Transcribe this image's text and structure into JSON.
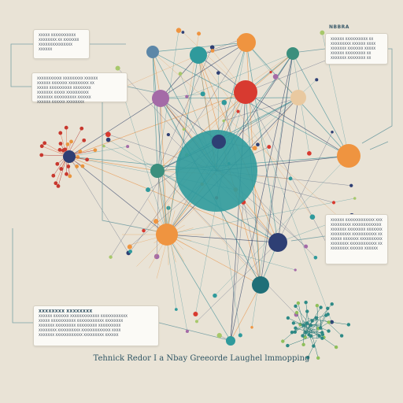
{
  "brand_label": "NBBRA",
  "footer_caption": "Tehnick Redor I a Nbay Greeorde Laughel lmmopping",
  "cards": [
    {
      "id": "card-top-left",
      "title": "",
      "lines": [
        "XXXXX XXXXXXXXXXX",
        "XXXXXXXX XX XXXXXXX",
        "XXXXXXXXXXXXXXX",
        "XXXXXX"
      ]
    },
    {
      "id": "card-mid-left",
      "title": "",
      "lines": [
        "XXXXXXXXXXX XXXXXXXXX XXXXXX",
        "XXXXXX XXXXXXX XXXXXXXXX XX",
        "XXXXX XXXXXXXXXX XXXXXXXX",
        "XXXXXXX XXXXX XXXXXXXXXX",
        "XXXXXXX XXXXXXXXXX XXXXXX",
        "XXXXXX XXXXXX XXXXXXXX"
      ]
    },
    {
      "id": "card-top-right",
      "title": "",
      "lines": [
        "XXXXXX XXXXXXXXXX XX",
        "XXXXXXXXX XXXXXX XXXX",
        "XXXXXXX XXXXXXX XXXXX",
        "XXXXXX XXXXXXXXX XX",
        "XXXXXXX XXXXXXXX XX"
      ]
    },
    {
      "id": "card-mid-right",
      "title": "",
      "lines": [
        "XXXXXX XXXXXXXXXXXXX XXXX",
        "XXXXXXXXX XXXXXXXXXXXXX X",
        "XXXXXXX XXXXXXXX XXXXXXX",
        "XXXXXXXXX XXXXXXXXXXX XX",
        "XXXXX XXXXXXX XXXXXXXXXX",
        "XXXXXXXX XXXXXXXXXXXX XX",
        "XXXXXXXX XXXXXX XXXXXX"
      ]
    },
    {
      "id": "card-bottom-left",
      "title": "XXXXXXXX XXXXXXXX",
      "lines": [
        "XXXXXX XXXXXXX XXXXXXXXXXXXX XXXXXXXXXXXX",
        "XXXXX XXXXXXXXXXX XXXXXXXXXXXX XXXXXXXX",
        "XXXXXXX XXXXXXXXX XXXXXXXXX XXXXXXXXXX",
        "XXXXXXXX XXXXXXXXXX XXXXXXXXXXXXX XXXX",
        "XXXXXXX XXXXXXXXXXXX XXXXXXXXX XXXXXX"
      ]
    }
  ],
  "palette": {
    "teal": "#2f9a9c",
    "teal_dark": "#1f6f78",
    "navy": "#2e3f74",
    "orange": "#ef9440",
    "red": "#d83a30",
    "purple": "#a46aa7",
    "green_teal": "#3b8f7d",
    "line_teal": "#3a8c95",
    "line_orange": "#e8954d",
    "line_navy": "#34466b"
  }
}
